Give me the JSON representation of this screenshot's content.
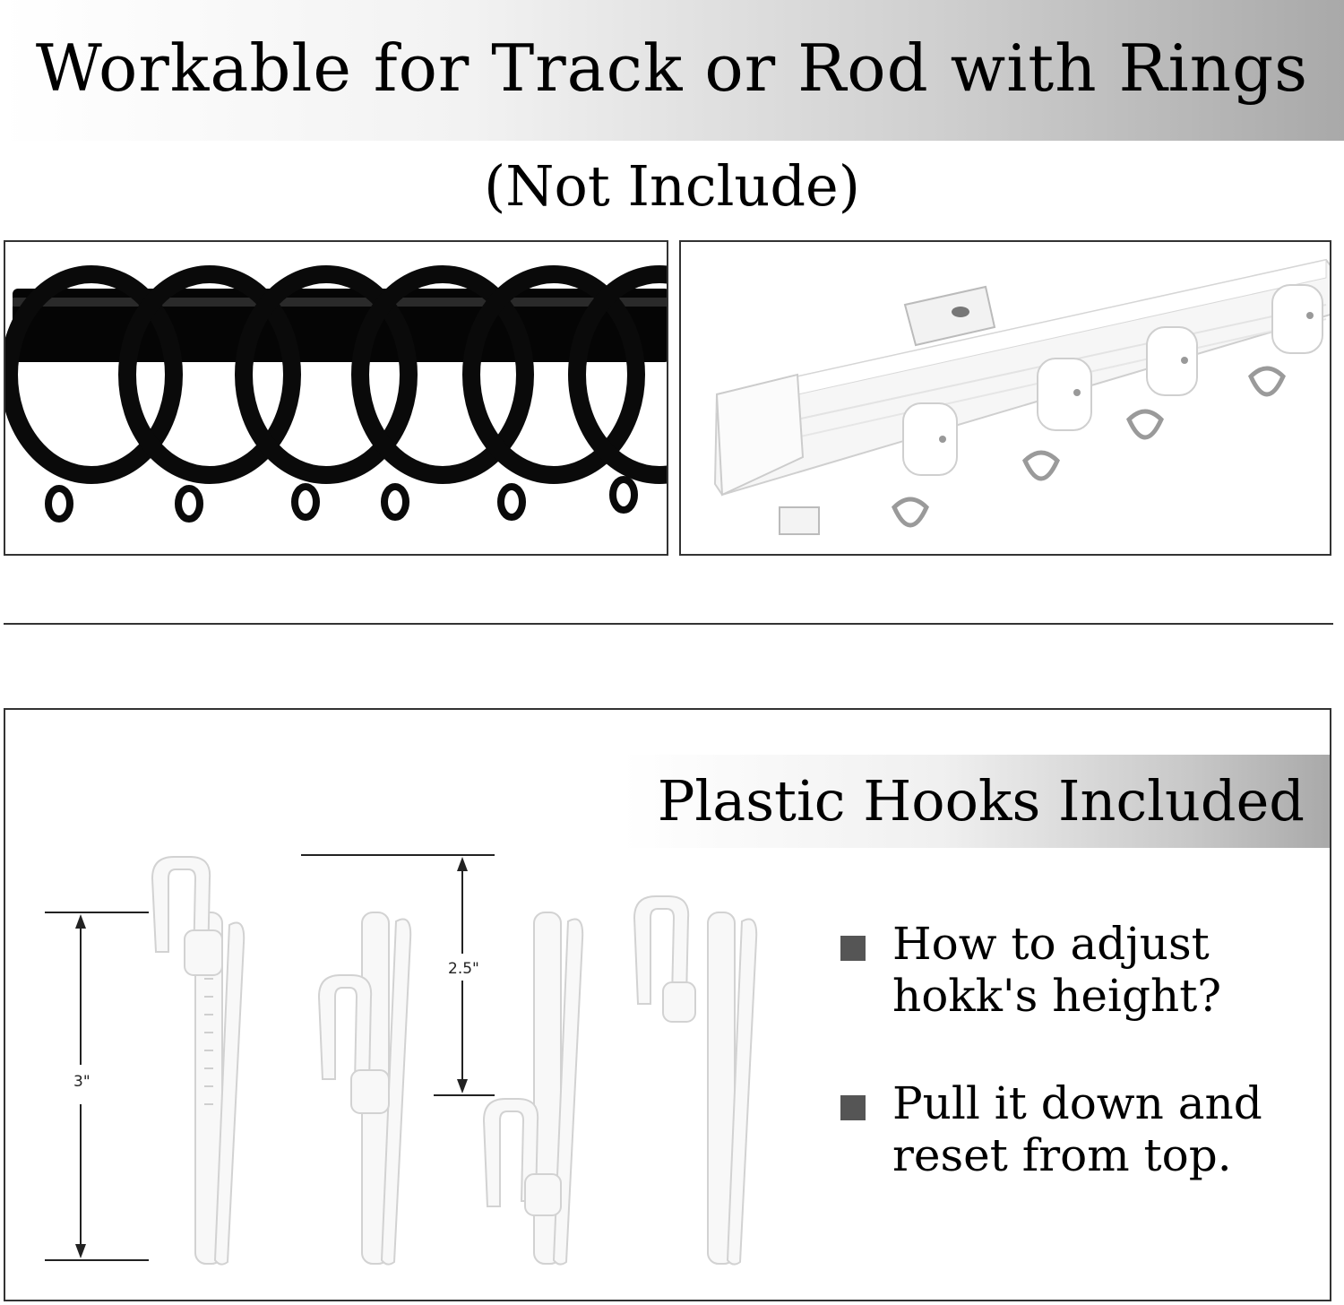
{
  "header": {
    "title": "Workable for Track or Rod with Rings",
    "subtitle": "(Not Include)"
  },
  "hooks_section": {
    "title": "Plastic Hooks Included",
    "dimension_left": "3\"",
    "dimension_right": "2.5\"",
    "bullets": [
      "How to adjust hokk's height?",
      "Pull it down and reset from top."
    ]
  },
  "colors": {
    "rod": "#0a0a0a",
    "track": "#f4f4f4",
    "hook": "#f7f7f7",
    "bullet_mark": "#555555"
  },
  "icons": [
    "curtain-rod-rings",
    "ceiling-track-gliders",
    "pleat-hook"
  ]
}
